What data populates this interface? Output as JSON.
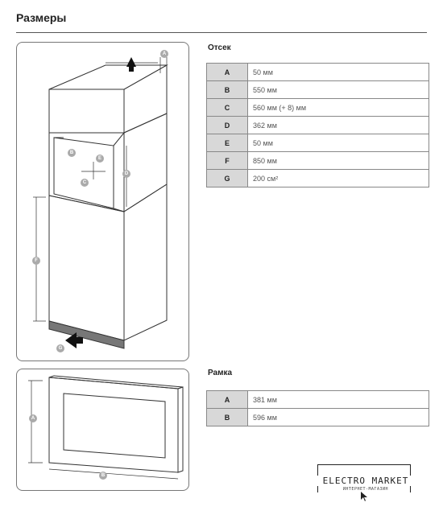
{
  "header": {
    "title": "Размеры"
  },
  "cabinet": {
    "title": "Отсек",
    "rows": [
      {
        "key": "A",
        "value": "50 мм"
      },
      {
        "key": "B",
        "value": "550 мм"
      },
      {
        "key": "C",
        "value": "560 мм (+ 8) мм"
      },
      {
        "key": "D",
        "value": "362 мм"
      },
      {
        "key": "E",
        "value": "50 мм"
      },
      {
        "key": "F",
        "value": "850 мм"
      },
      {
        "key": "G",
        "value": "200 см²"
      }
    ]
  },
  "frame": {
    "title": "Рамка",
    "rows": [
      {
        "key": "A",
        "value": "381 мм"
      },
      {
        "key": "B",
        "value": "596 мм"
      }
    ]
  },
  "diagram_labels": {
    "cabinet": [
      "A",
      "B",
      "E",
      "D",
      "C",
      "F",
      "G"
    ],
    "frame": [
      "A",
      "B"
    ]
  },
  "logo": {
    "main": "ELECTRO MARKET",
    "sub": "ИНТЕРНЕТ-МАГАЗИН",
    "cursor_icon": "mouse-pointer-icon"
  }
}
